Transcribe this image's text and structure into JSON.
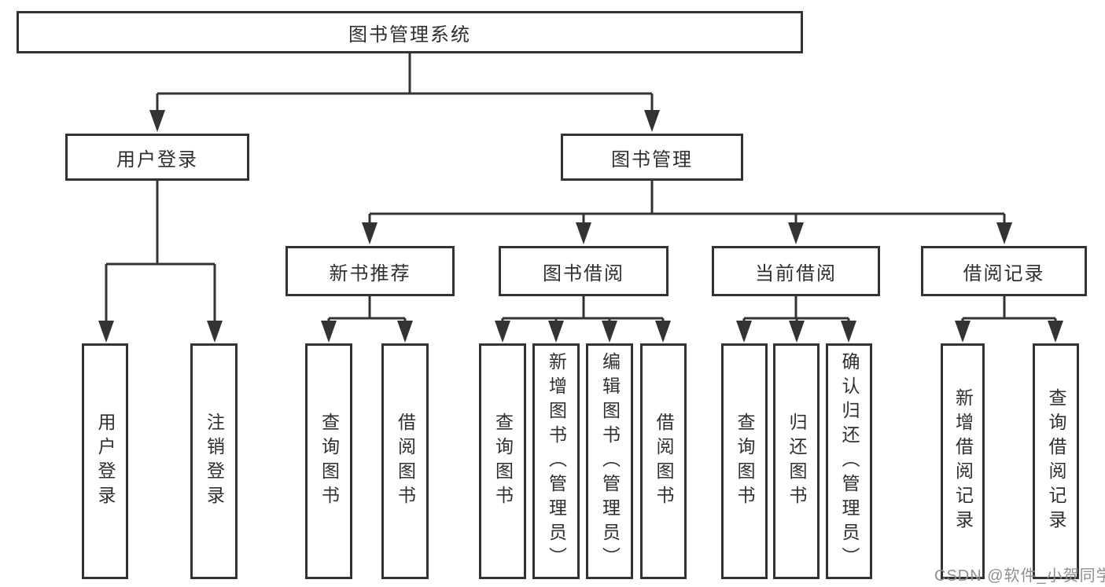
{
  "diagram_type": "hierarchy-tree",
  "colors": {
    "background": "#ffffff",
    "line": "#333333",
    "box_border": "#333333",
    "box_fill": "#ffffff",
    "text": "#2f2f2f",
    "watermark": "#8f8f8f"
  },
  "watermark": "CSDN @软件_小贺同学",
  "tree": {
    "root": {
      "label": "图书管理系统"
    },
    "branches": [
      {
        "label": "用户登录",
        "children": [
          "用户登录",
          "注销登录"
        ]
      },
      {
        "label": "图书管理",
        "groups": [
          {
            "label": "新书推荐",
            "children": [
              "查询图书",
              "借阅图书"
            ]
          },
          {
            "label": "图书借阅",
            "children": [
              "查询图书",
              "新增图书（管理员）",
              "编辑图书（管理员）",
              "借阅图书"
            ]
          },
          {
            "label": "当前借阅",
            "children": [
              "查询图书",
              "归还图书",
              "确认归还（管理员）"
            ]
          },
          {
            "label": "借阅记录",
            "children": [
              "新增借阅记录",
              "查询借阅记录"
            ]
          }
        ]
      }
    ]
  }
}
